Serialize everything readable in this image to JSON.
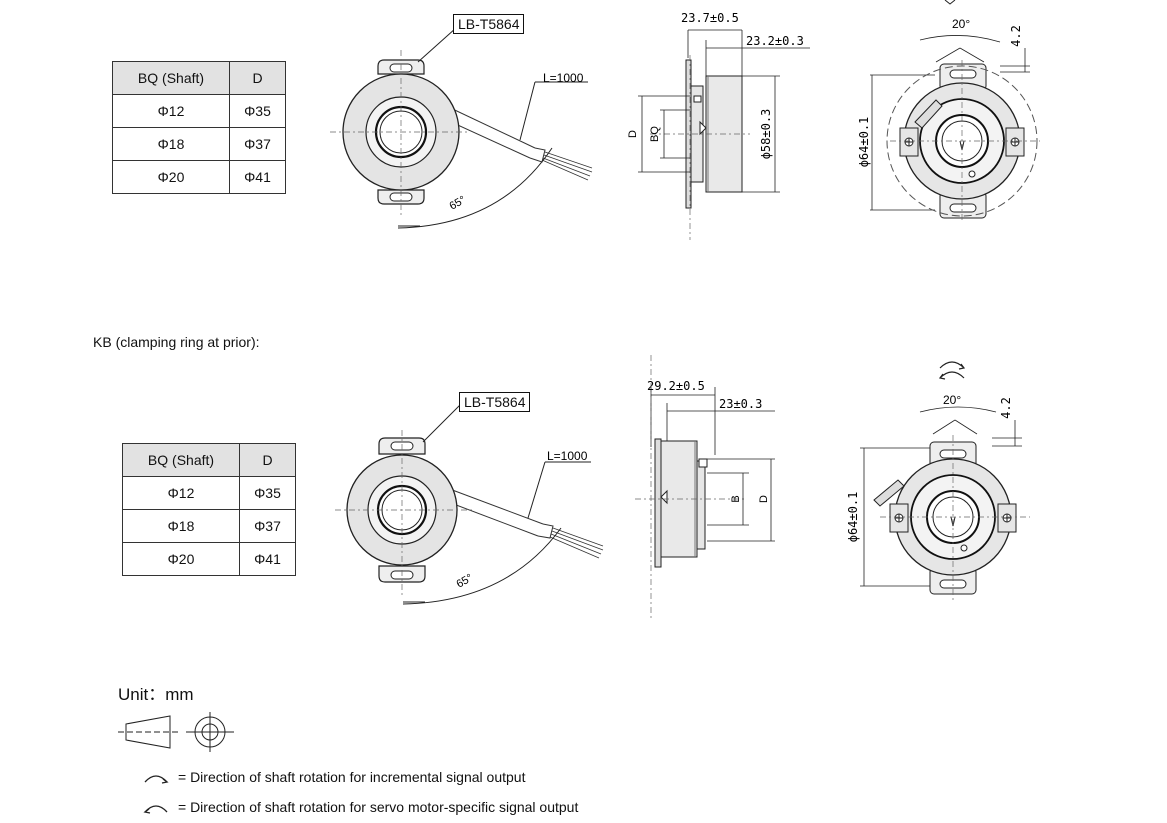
{
  "top_section": {
    "table": {
      "headers": [
        "BQ (Shaft)",
        "D"
      ],
      "rows": [
        [
          "Φ12",
          "Φ35"
        ],
        [
          "Φ18",
          "Φ37"
        ],
        [
          "Φ20",
          "Φ41"
        ]
      ]
    },
    "model_label": "LB-T5864",
    "cable_length": "L=1000",
    "cable_angle": "65°",
    "side_dim_total": "23.7±0.5",
    "side_dim_body": "23.2±0.3",
    "side_label_d": "D",
    "side_label_bq": "BQ",
    "side_dim_diameter": "ϕ58±0.3",
    "front_angle": "20°",
    "front_offset": "4.2",
    "front_diameter": "ϕ64±0.1"
  },
  "bottom_section": {
    "caption": "KB (clamping ring at prior):",
    "table": {
      "headers": [
        "BQ (Shaft)",
        "D"
      ],
      "rows": [
        [
          "Φ12",
          "Φ35"
        ],
        [
          "Φ18",
          "Φ37"
        ],
        [
          "Φ20",
          "Φ41"
        ]
      ]
    },
    "model_label": "LB-T5864",
    "cable_length": "L=1000",
    "cable_angle": "65°",
    "side_dim_total": "29.2±0.5",
    "side_dim_body": "23±0.3",
    "side_label_b": "B",
    "side_label_d": "D",
    "front_angle": "20°",
    "front_offset": "4.2",
    "front_diameter": "ϕ64±0.1"
  },
  "legend": {
    "unit": "Unit：mm",
    "incremental": "= Direction of shaft rotation for incremental signal output",
    "servo": "= Direction of shaft rotation for servo motor-specific signal output"
  }
}
